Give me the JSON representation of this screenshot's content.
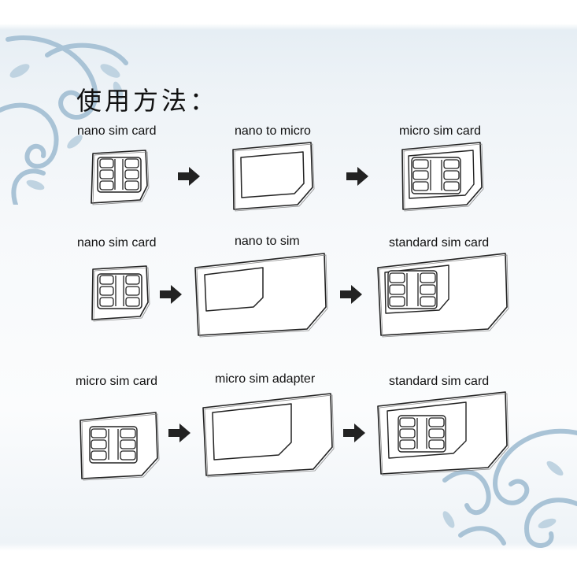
{
  "title": "使用方法：",
  "accent_color": "#a9c3d6",
  "rows": [
    {
      "source": {
        "label": "nano sim card",
        "icon": "nano-sim-card-icon"
      },
      "adapter": {
        "label": "nano to micro",
        "icon": "nano-to-micro-adapter-icon"
      },
      "result": {
        "label": "micro sim card",
        "icon": "micro-sim-card-icon"
      }
    },
    {
      "source": {
        "label": "nano sim card",
        "icon": "nano-sim-card-icon"
      },
      "adapter": {
        "label": "nano to sim",
        "icon": "nano-to-sim-adapter-icon"
      },
      "result": {
        "label": "standard sim card",
        "icon": "standard-sim-card-icon"
      }
    },
    {
      "source": {
        "label": "micro sim card",
        "icon": "micro-sim-card-icon"
      },
      "adapter": {
        "label": "micro sim adapter",
        "icon": "micro-sim-adapter-icon"
      },
      "result": {
        "label": "standard sim card",
        "icon": "standard-sim-card-icon"
      }
    }
  ]
}
